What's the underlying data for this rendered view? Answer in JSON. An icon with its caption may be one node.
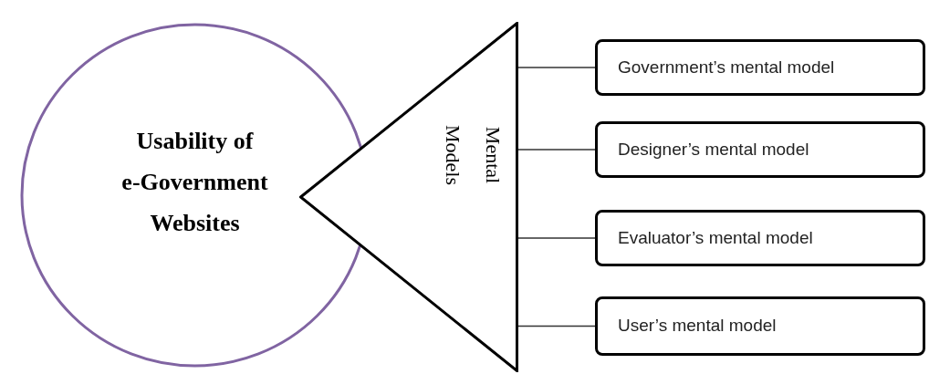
{
  "diagram": {
    "nodes": [
      {
        "text": [
          "Usability of e-Government Websites"
        ]
      },
      {
        "text": [
          "Mental Models"
        ]
      },
      {
        "text": [
          "Government’s mental model"
        ]
      },
      {
        "text": [
          "Designer’s mental model"
        ]
      },
      {
        "text": [
          "Evaluator’s mental model"
        ]
      },
      {
        "text": [
          "User’s mental model"
        ]
      }
    ],
    "edges": [
      {
        "from": 1,
        "to": 2,
        "arrow": "none"
      },
      {
        "from": 1,
        "to": 3,
        "arrow": "none"
      },
      {
        "from": 1,
        "to": 4,
        "arrow": "none"
      },
      {
        "from": 1,
        "to": 5,
        "arrow": "none"
      }
    ]
  }
}
